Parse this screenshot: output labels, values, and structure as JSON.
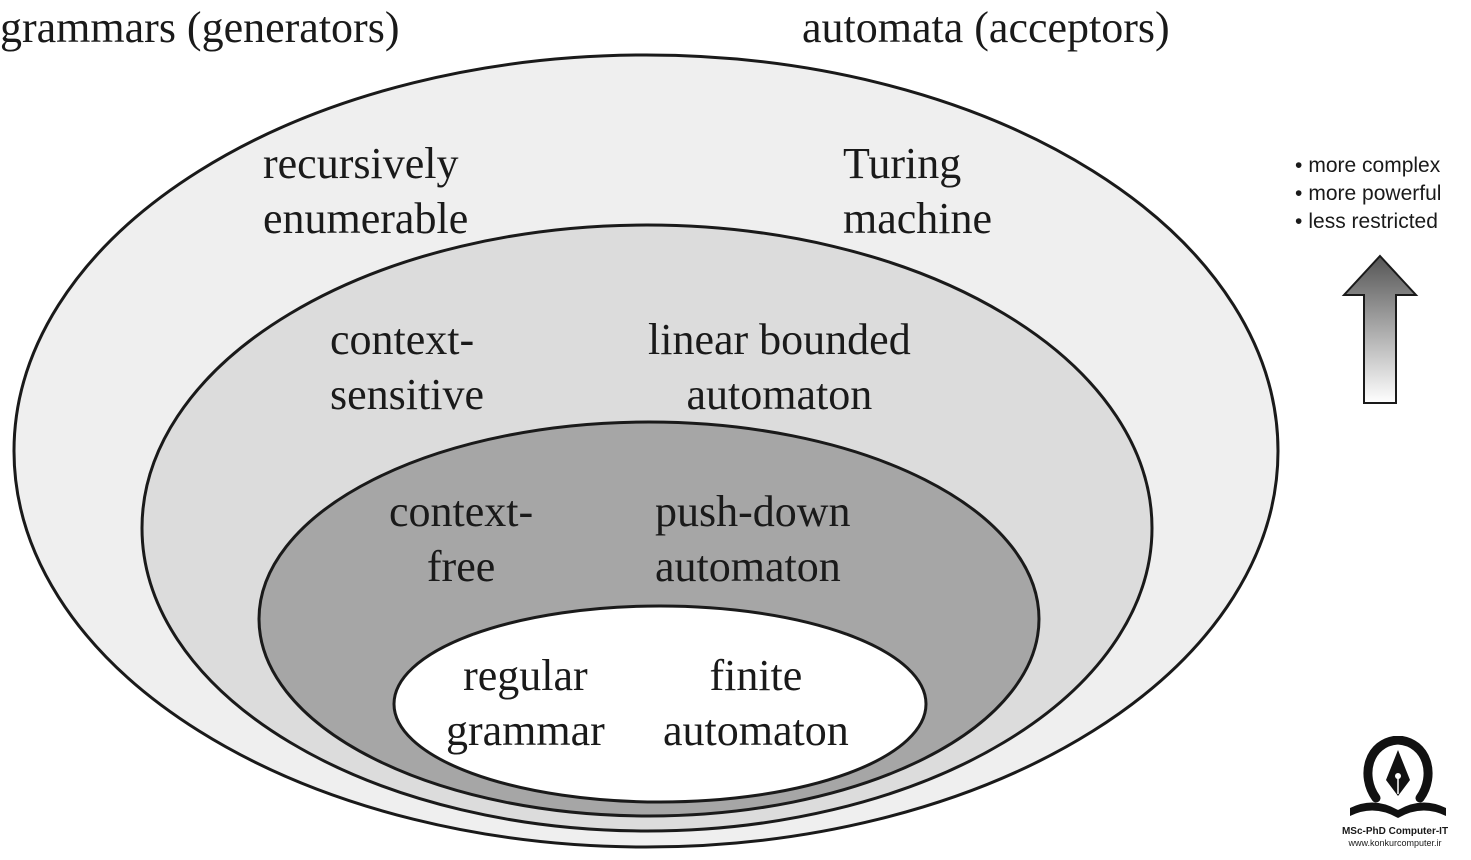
{
  "headers": {
    "grammars": "grammars (generators)",
    "automata": "automata (acceptors)"
  },
  "levels": [
    {
      "grammar": [
        "recursively",
        "enumerable"
      ],
      "automaton": [
        "Turing",
        "machine"
      ],
      "fill": "#efefef"
    },
    {
      "grammar": [
        "context-",
        "sensitive"
      ],
      "automaton": [
        "linear bounded",
        "automaton"
      ],
      "fill": "#dcdcdc"
    },
    {
      "grammar": [
        "context-",
        "free"
      ],
      "automaton": [
        "push-down",
        "automaton"
      ],
      "fill": "#a6a6a6"
    },
    {
      "grammar": [
        "regular",
        "grammar"
      ],
      "automaton": [
        "finite",
        "automaton"
      ],
      "fill": "#ffffff"
    }
  ],
  "legend": {
    "items": [
      "more complex",
      "more powerful",
      "less restricted"
    ],
    "arrow_icon": "up-arrow-icon"
  },
  "watermark": {
    "title": "MSc-PhD Computer-IT",
    "url": "www.konkurcomputer.ir",
    "icon": "pen-nib-book-logo-icon"
  },
  "colors": {
    "stroke": "#1a1a1a",
    "text": "#1a1a1a"
  }
}
